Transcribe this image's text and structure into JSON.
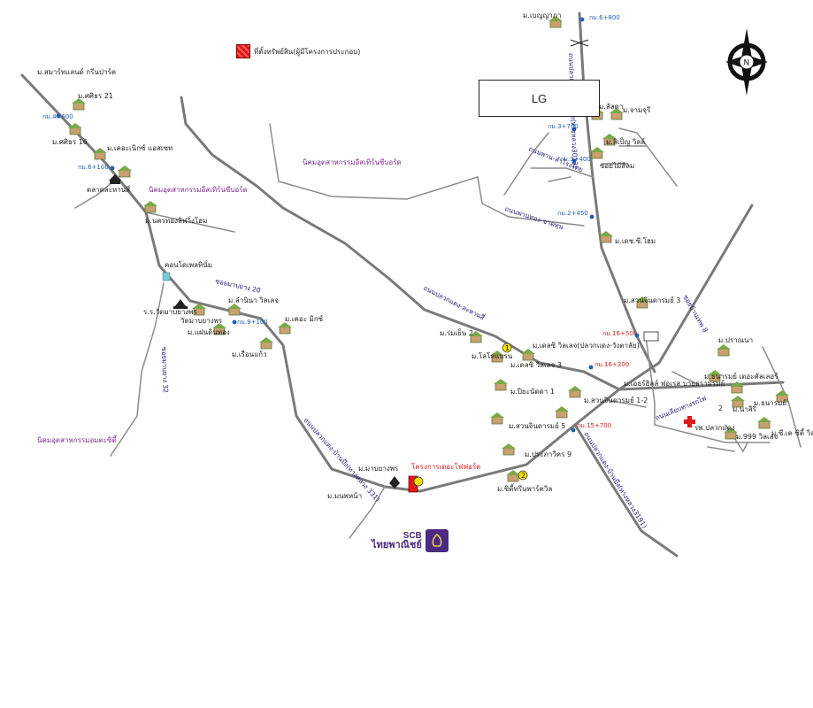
{
  "legend": {
    "label": "ที่ตั้งทรัพย์สิน(ผู้มีโครงการประกอบ)",
    "color": "#e01818"
  },
  "lg_box": {
    "label": "LG"
  },
  "compass": {
    "label": "N"
  },
  "scb": {
    "line1": "SCB",
    "line2": "ไทยพาณิชย์",
    "color": "#4b2a80"
  },
  "colors": {
    "road": "#7a7a7a",
    "km": "#1f5fb3",
    "red_marker": "#e01818",
    "estate": "#7a2a8a"
  },
  "villages": [
    "ม.เบญญาภา",
    "ม.สมาร์ทแลนด์ กรีนปาร์ค",
    "ม.ศศิธร 21",
    "ม.ศศิธร 16",
    "ม.เคอะเนิกซ์ แอสเซท",
    "ตลาดละหานสี่",
    "ม.ลัลดา",
    "ม.จามจุรี",
    "ม.สิเป็ญ วิลล์",
    "ซอยไม้สีลม",
    "ม.นครทองลิฟวิ่งโฮม",
    "ม.เดช.ซี.โฮม",
    "คอนโดเพลทินั่ม",
    "ร.ร.วัดมาบยางพร",
    "วัดมาบยางพร",
    "ม.ลำนินา วิลเลจ",
    "ม.แฝนดินทอง",
    "ม.เคอะ มิกซ์",
    "ม.เรือนแก้ว",
    "ม.สวนจินดารมย์ 3",
    "ม.ร่มเย็น 2",
    "ม.โลโลแบรน",
    "ม.เดลซิ วิลเลจ 3",
    "ม.เดลซิ วิลเลจ(ปลวกแดง-วังตาลัย)",
    "ม.ปิยะนัดดา 1",
    "ม.เอธร์ฮิลล์ ฟอเรส บายธรามรมย์",
    "ม.ปราณนา",
    "ม.ธนารมย์ เดอะคัลเลอร์",
    "ม.สวนจินดารมย์ 1-2",
    "ม.สวนจินดารมย์ 5",
    "ม.ประภาวีคร 9",
    "ม.ซิตี้ทรีนพาร์ควิล",
    "ม.มาบยางพร",
    "ม.มนพหน้า",
    "รพ.ปลวกแดง",
    "ม.999 วิลเลจ",
    "ม.ธนารมย์",
    "ม.นาสิริ",
    "ม.ซี.เค ซิตี้ วิลล์"
  ],
  "km_posts": [
    "กม.6+800",
    "กม.4+600",
    "กม.3+700",
    "กม.3+400",
    "กม.2+450",
    "กม.6+100",
    "กม.9+100",
    "กม.16+500",
    "กม.16+200",
    "กม.15+700"
  ],
  "roads": [
    "ถนนปลวกแดง-วังตาลัย(ทางหลวง3013)",
    "ถนนปลวกแดง-ละหานสี่",
    "ถนนพาน-สำโรงไทย",
    "ถนนพานทอง-ขาดทุน",
    "ซอยมาบยาง 20",
    "ซอยมาบยาง 32",
    "ถนนปลวกแดง-บ้านบึง(ทางหลวง 331)",
    "ถนนปลวกแดง-บ้านบึง(ทางหลวง3191)",
    "ซอยบ้านเทพ 8",
    "ถนนเลียบทางรถไฟ"
  ],
  "estates": [
    "นิคมอุตสาหกรรมอีสเทิร์นซีบอร์ด",
    "นิคมอุตสาหกรรมอีสเทิร์นซีบอร์ด",
    "นิคมอุตสาหกรรมอมตะซิตี้"
  ],
  "project": {
    "label": "โครงการเดอะโฟฟอร์ด",
    "color": "#e02020"
  },
  "numbers": [
    "1",
    "2",
    "2"
  ]
}
